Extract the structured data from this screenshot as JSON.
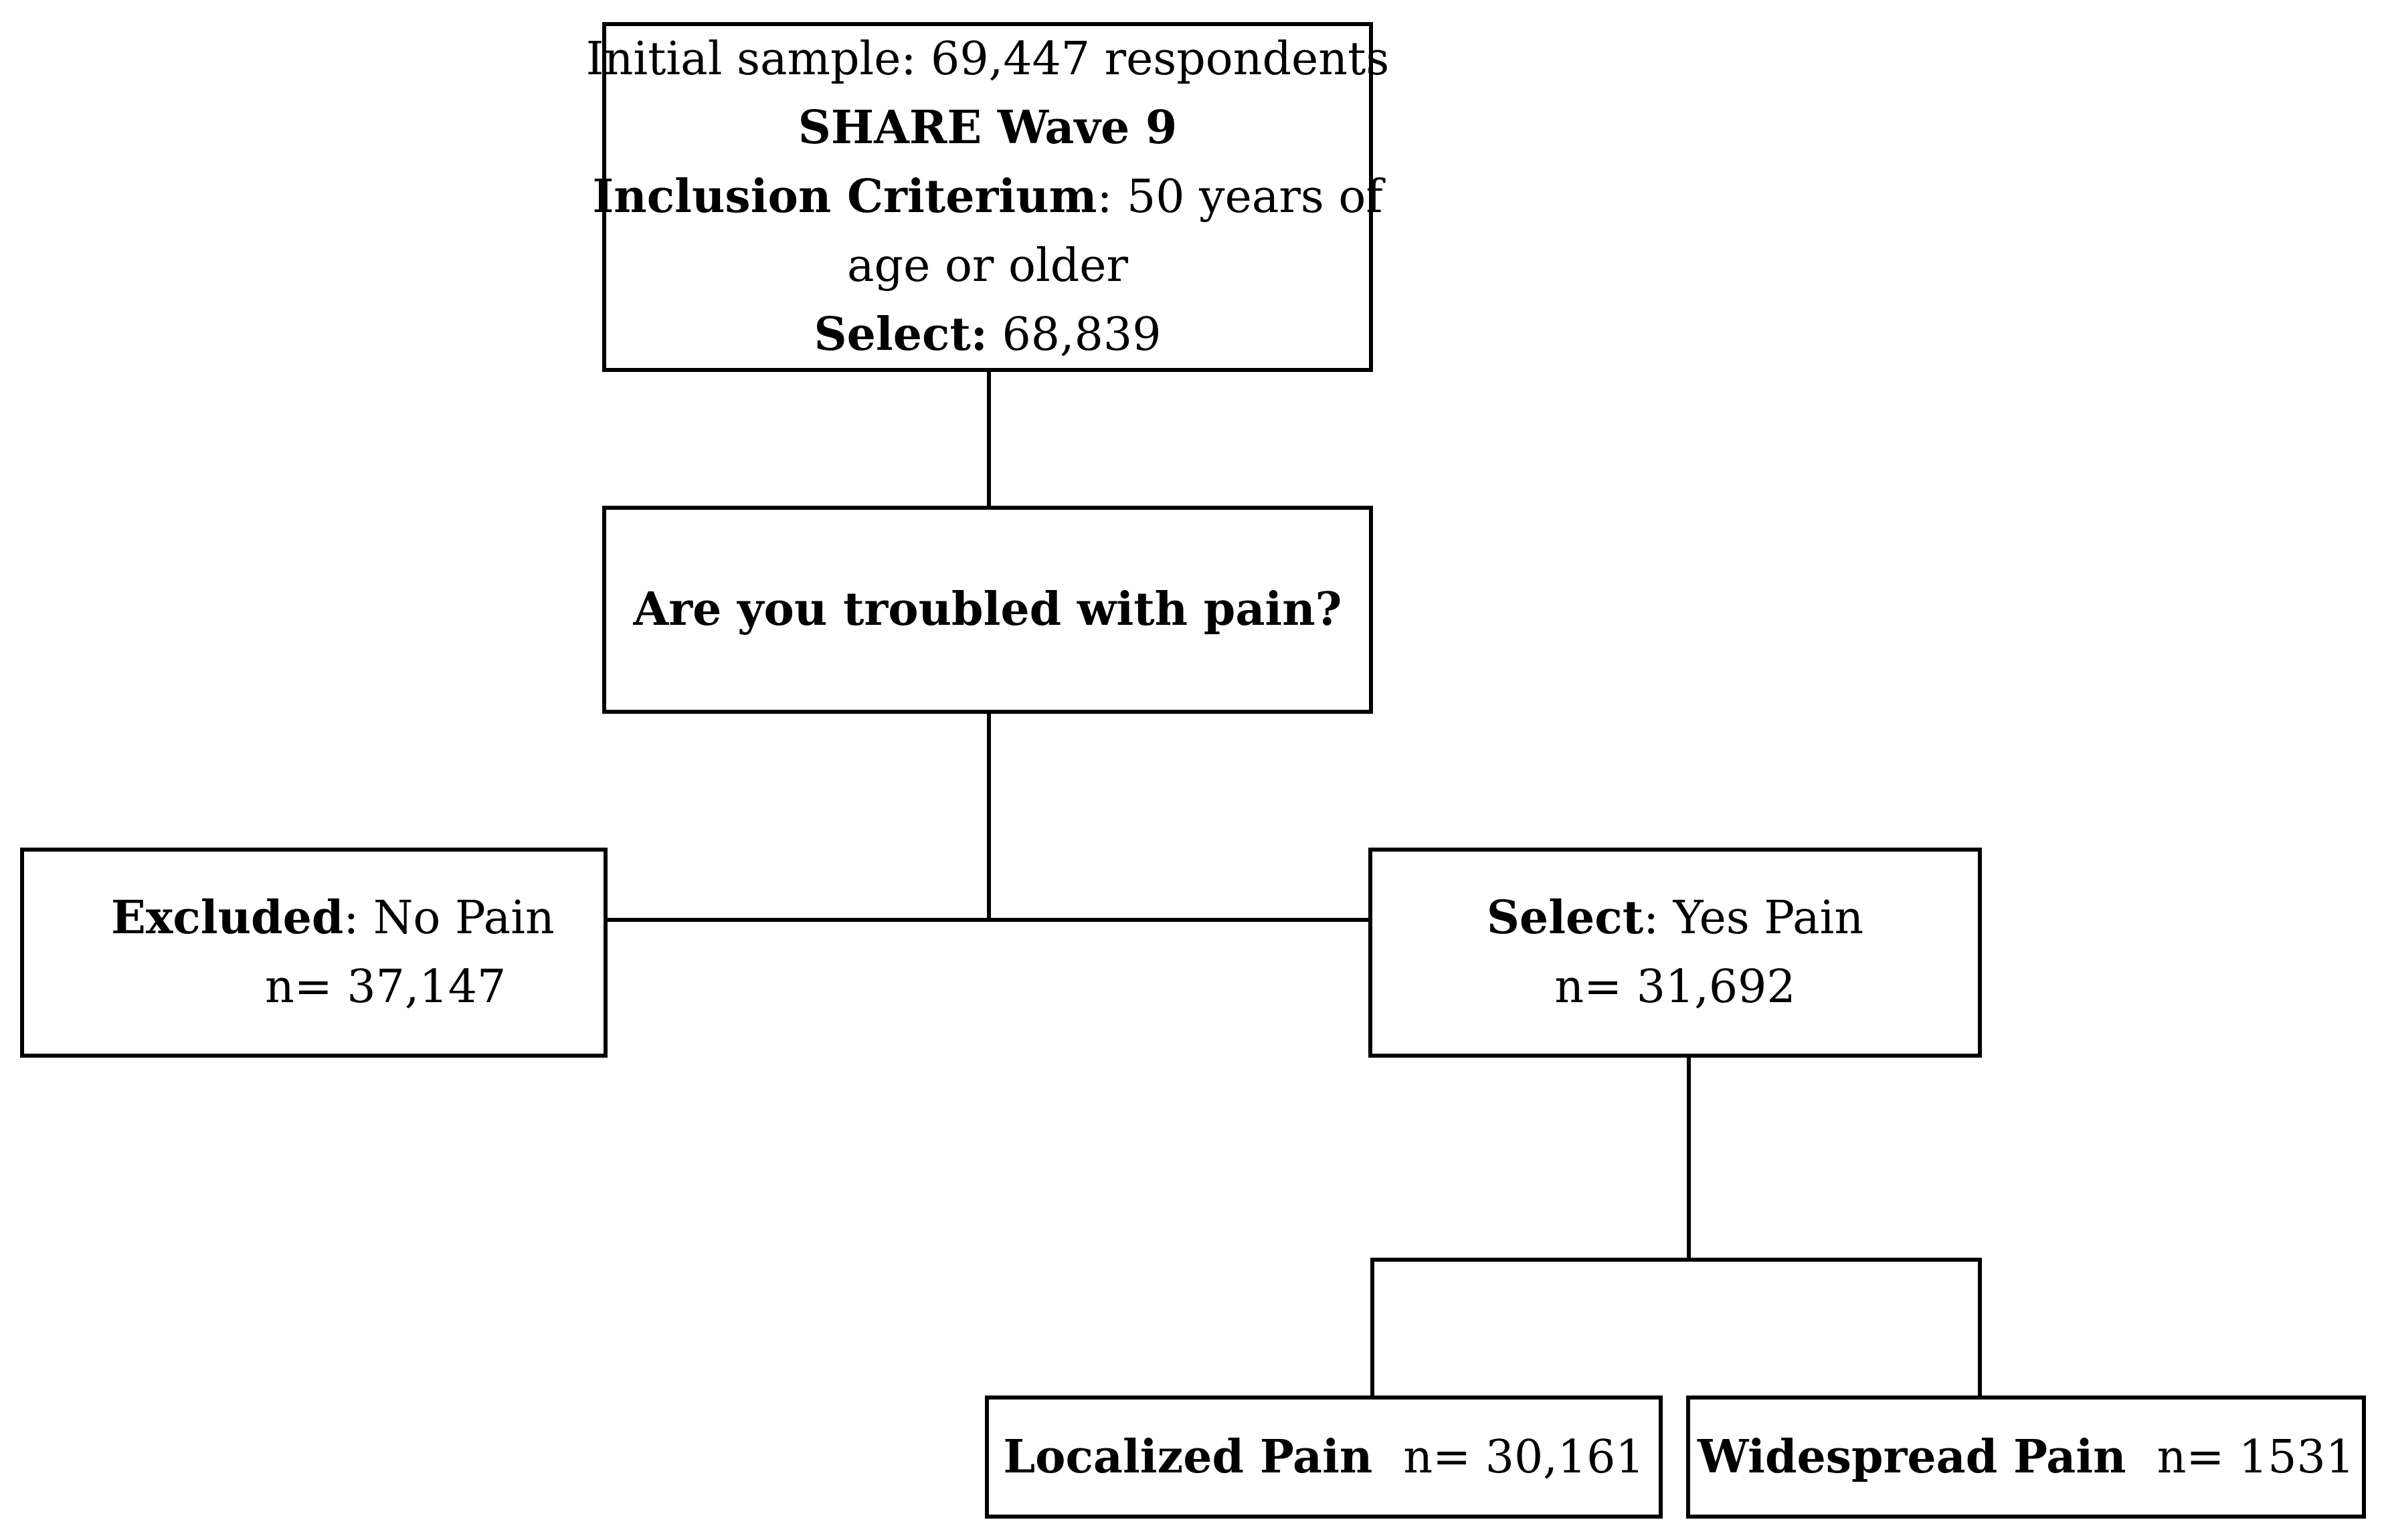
{
  "boxes": {
    "initial": {
      "line1": "Initial sample:  69,447 respondents",
      "line2": "SHARE Wave 9",
      "line3_bold": "Inclusion Criterium",
      "line3_rest": ": 50 years of",
      "line4": "age or older",
      "line5_bold": "Select:",
      "line5_value": " 68,839"
    },
    "question": {
      "text": "Are you troubled with pain?"
    },
    "excluded": {
      "label_bold": "Excluded",
      "label_rest": ":  No Pain",
      "count": "n= 37,147"
    },
    "selected": {
      "label_bold": "Select",
      "label_rest": ": Yes Pain",
      "count": "n= 31,692"
    },
    "localized": {
      "label": "Localized Pain",
      "count": "n= 30,161"
    },
    "widespread": {
      "label": "Widespread Pain",
      "count": "n= 1531"
    }
  }
}
